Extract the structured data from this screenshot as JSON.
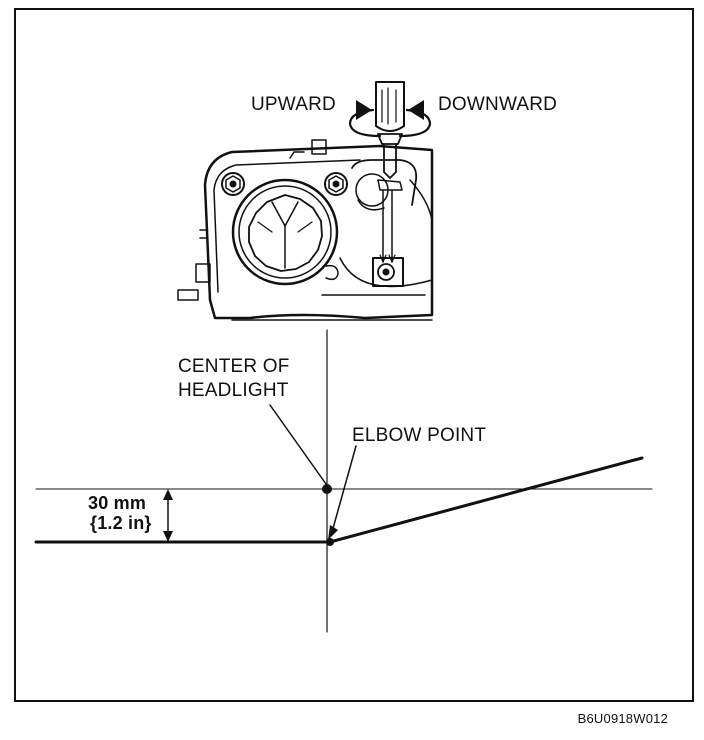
{
  "labels": {
    "upward": "UPWARD",
    "downward": "DOWNWARD",
    "center_line1": "CENTER OF",
    "center_line2": "HEADLIGHT",
    "elbow_point": "ELBOW POINT",
    "dimension_mm": "30 mm",
    "dimension_in": "{1.2 in}"
  },
  "figure_code": "B6U0918W012"
}
